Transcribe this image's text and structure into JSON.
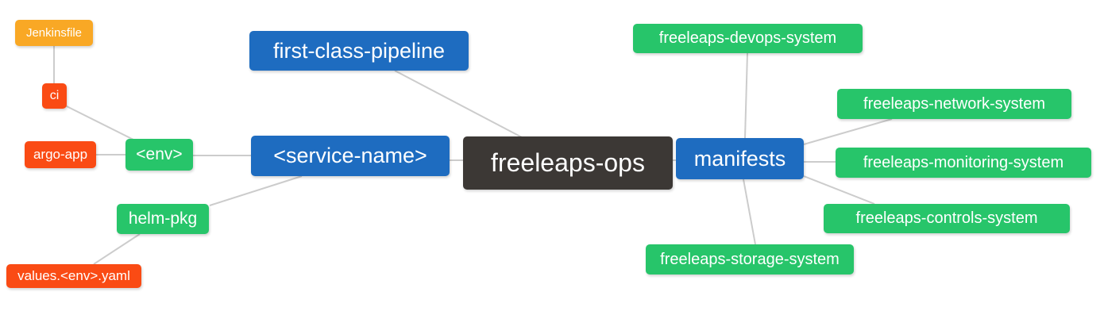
{
  "diagram": {
    "type": "mindmap",
    "root_label": "freeleaps-ops",
    "colors": {
      "root_dark": "#3c3835",
      "branch_blue": "#1e6cc0",
      "leaf_green": "#27c56a",
      "leaf_orange": "#f9a825",
      "leaf_red": "#fa4b14",
      "edge_gray": "#cccccc",
      "text": "#ffffff",
      "background": "#ffffff"
    },
    "nodes": [
      {
        "id": "jenkinsfile",
        "label": "Jenkinsfile",
        "color": "#f9a825"
      },
      {
        "id": "ci",
        "label": "ci",
        "color": "#fa4b14"
      },
      {
        "id": "argo-app",
        "label": "argo-app",
        "color": "#fa4b14"
      },
      {
        "id": "env",
        "label": "<env>",
        "color": "#27c56a"
      },
      {
        "id": "helm-pkg",
        "label": "helm-pkg",
        "color": "#27c56a"
      },
      {
        "id": "values-env-yaml",
        "label": "values.<env>.yaml",
        "color": "#fa4b14"
      },
      {
        "id": "first-class-pipeline",
        "label": "first-class-pipeline",
        "color": "#1e6cc0"
      },
      {
        "id": "service-name",
        "label": "<service-name>",
        "color": "#1e6cc0"
      },
      {
        "id": "freeleaps-ops",
        "label": "freeleaps-ops",
        "color": "#3c3835"
      },
      {
        "id": "manifests",
        "label": "manifests",
        "color": "#1e6cc0"
      },
      {
        "id": "freeleaps-devops-system",
        "label": "freeleaps-devops-system",
        "color": "#27c56a"
      },
      {
        "id": "freeleaps-network-system",
        "label": "freeleaps-network-system",
        "color": "#27c56a"
      },
      {
        "id": "freeleaps-monitoring-system",
        "label": "freeleaps-monitoring-system",
        "color": "#27c56a"
      },
      {
        "id": "freeleaps-controls-system",
        "label": "freeleaps-controls-system",
        "color": "#27c56a"
      },
      {
        "id": "freeleaps-storage-system",
        "label": "freeleaps-storage-system",
        "color": "#27c56a"
      }
    ],
    "edges": [
      {
        "from": "freeleaps-ops",
        "to": "first-class-pipeline"
      },
      {
        "from": "freeleaps-ops",
        "to": "<service-name>"
      },
      {
        "from": "freeleaps-ops",
        "to": "manifests"
      },
      {
        "from": "<service-name>",
        "to": "<env>"
      },
      {
        "from": "<service-name>",
        "to": "helm-pkg"
      },
      {
        "from": "<env>",
        "to": "ci"
      },
      {
        "from": "<env>",
        "to": "argo-app"
      },
      {
        "from": "ci",
        "to": "Jenkinsfile"
      },
      {
        "from": "helm-pkg",
        "to": "values.<env>.yaml"
      },
      {
        "from": "manifests",
        "to": "freeleaps-devops-system"
      },
      {
        "from": "manifests",
        "to": "freeleaps-network-system"
      },
      {
        "from": "manifests",
        "to": "freeleaps-monitoring-system"
      },
      {
        "from": "manifests",
        "to": "freeleaps-controls-system"
      },
      {
        "from": "manifests",
        "to": "freeleaps-storage-system"
      }
    ]
  }
}
